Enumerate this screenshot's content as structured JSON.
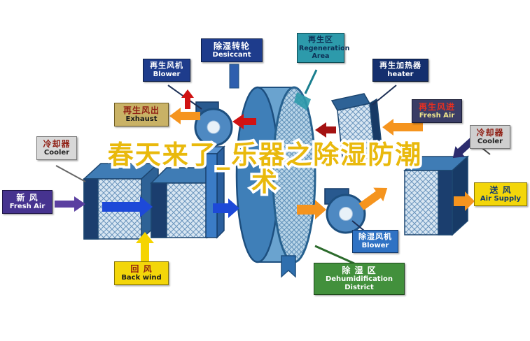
{
  "title": {
    "line1": "春天来了_乐器之除湿防潮",
    "line2": "术"
  },
  "labels": {
    "desiccant": {
      "zh": "除湿转轮",
      "en": "Desiccant"
    },
    "regeneration_area": {
      "zh": "再生区",
      "en": "Regeneration Area"
    },
    "regen_blower": {
      "zh": "再生风机",
      "en": "Blower"
    },
    "regen_heater": {
      "zh": "再生加热器",
      "en": "heater"
    },
    "exhaust": {
      "zh": "再生风出",
      "en": "Exhaust"
    },
    "regen_fresh_air": {
      "zh": "再生风进",
      "en": "Fresh Air"
    },
    "cooler_left": {
      "zh": "冷却器",
      "en": "Cooler"
    },
    "cooler_right": {
      "zh": "冷却器",
      "en": "Cooler"
    },
    "fresh_air": {
      "zh": "新  风",
      "en": "Fresh Air"
    },
    "air_supply": {
      "zh": "送  风",
      "en": "Air Supply"
    },
    "back_wind": {
      "zh": "回  风",
      "en": "Back wind"
    },
    "dehumid_blower": {
      "zh": "除湿风机",
      "en": "Blower"
    },
    "dehumid_district": {
      "zh": "除  湿  区",
      "en": "Dehumidification District"
    }
  },
  "colors": {
    "title_fill": "#e9b90c",
    "title_outline": "#ffffff",
    "process_arrow_blue": "#1d49d8",
    "regen_arrow_red": "#d01212",
    "supply_arrow_orange": "#f5941e",
    "return_arrow_yellow": "#f5d400",
    "fresh_arrow_purple": "#5b3fa0",
    "wheel_blue": "#3f7fb8",
    "label_navy": "#1e3c8c",
    "label_teal": "#2d9aab",
    "label_yellow": "#f3d60a",
    "label_green": "#42903c"
  }
}
